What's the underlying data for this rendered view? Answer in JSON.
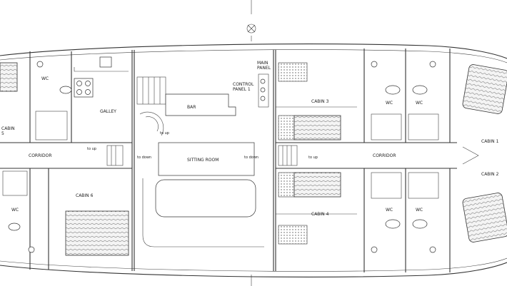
{
  "labels": {
    "cabin_5": "CABIN\n5",
    "wc": "WC",
    "galley": "GALLEY",
    "corridor": "CORRIDOR",
    "cabin_6": "CABIN 6",
    "to_up": "to up",
    "to_down": "to down",
    "bar": "BAR",
    "control_panel_1": "CONTROL\nPANEL 1",
    "main_panel": "MAIN\nPANEL",
    "sitting_room": "SITTING ROOM",
    "cabin_3": "CABIN 3",
    "cabin_4": "CABIN 4",
    "cabin_1": "CABIN 1",
    "cabin_2": "CABIN 2"
  },
  "colors": {
    "line": "#333333",
    "background": "#ffffff"
  }
}
